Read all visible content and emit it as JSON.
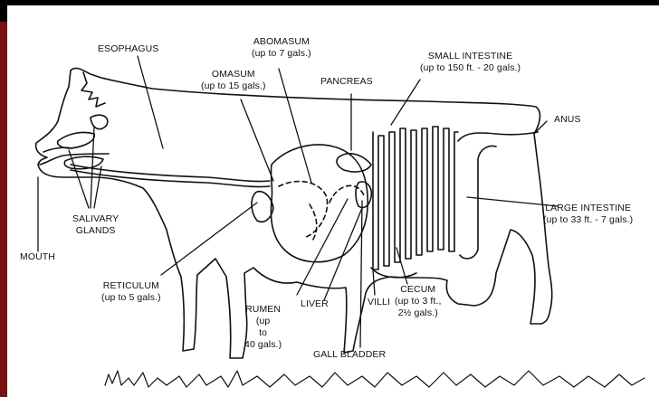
{
  "colors": {
    "frame": "#000000",
    "accent_bar": "#7a1010",
    "paper": "#ffffff",
    "ink": "#111111"
  },
  "labels": {
    "esophagus": "ESOPHAGUS",
    "abomasum": [
      "ABOMASUM",
      "(up to 7 gals.)"
    ],
    "omasum": [
      "OMASUM",
      "(up to 15 gals.)"
    ],
    "pancreas": "PANCREAS",
    "small_intestine": [
      "SMALL INTESTINE",
      "(up to 150 ft. - 20 gals.)"
    ],
    "anus": "ANUS",
    "large_intestine": [
      "LARGE INTESTINE",
      "(up to 33 ft. - 7 gals.)"
    ],
    "salivary_glands": [
      "SALIVARY",
      "GLANDS"
    ],
    "mouth": "MOUTH",
    "reticulum": [
      "RETICULUM",
      "(up to 5 gals.)"
    ],
    "rumen": [
      "RUMEN",
      "(up",
      "to",
      "40 gals.)"
    ],
    "liver": "LIVER",
    "villi": "VILLI",
    "cecum": [
      "CECUM",
      "(up to 3 ft.,",
      "2½ gals.)"
    ],
    "gall_bladder": "GALL BLADDER"
  }
}
